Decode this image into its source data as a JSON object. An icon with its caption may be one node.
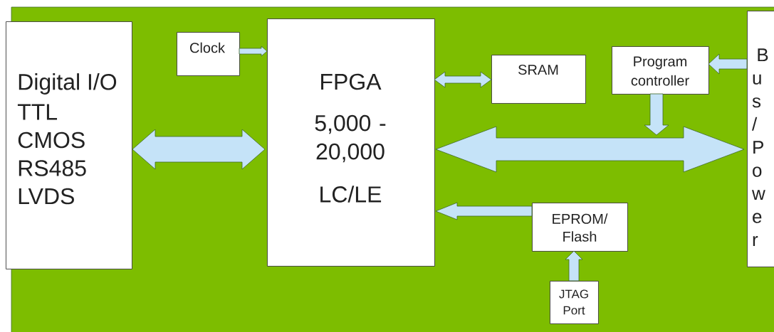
{
  "diagram": {
    "nodes": [
      {
        "text": [
          "Digital I/O",
          "TTL",
          "CMOS",
          "RS485",
          "LVDS"
        ]
      },
      {
        "text": [
          "Clock"
        ]
      },
      {
        "text": [
          "FPGA",
          "5,000 - 20,000",
          "LC/LE"
        ]
      },
      {
        "text": [
          "SRAM"
        ]
      },
      {
        "text": [
          "Program controller"
        ]
      },
      {
        "text": [
          "EPROM/ Flash"
        ]
      },
      {
        "text": [
          "JTAG Port"
        ]
      },
      {
        "text": [
          "Bus/Power"
        ]
      }
    ],
    "edges": [
      {
        "from": 0,
        "to": 2,
        "arrow": "both"
      },
      {
        "from": 1,
        "to": 2,
        "arrow": "to"
      },
      {
        "from": 2,
        "to": 3,
        "arrow": "both"
      },
      {
        "from": 7,
        "to": 4,
        "arrow": "to"
      },
      {
        "from": 4,
        "to": null,
        "arrow": "to"
      },
      {
        "from": 2,
        "to": 7,
        "arrow": "both"
      },
      {
        "from": 5,
        "to": 2,
        "arrow": "to"
      },
      {
        "from": 6,
        "to": 5,
        "arrow": "to"
      }
    ]
  }
}
